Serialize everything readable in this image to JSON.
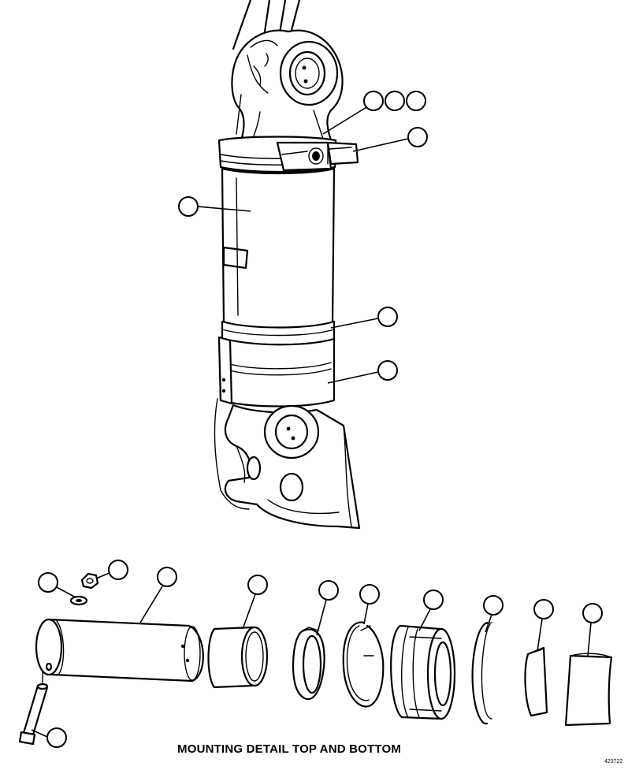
{
  "caption": "MOUNTING DETAIL TOP AND BOTTOM",
  "drawing_number": "423722",
  "colors": {
    "ink": "#000000",
    "paper": "#ffffff"
  },
  "callouts": [
    {
      "id": "top-mount-1"
    },
    {
      "id": "top-mount-2"
    },
    {
      "id": "top-mount-3"
    },
    {
      "id": "top-bracket"
    },
    {
      "id": "cylinder-body"
    },
    {
      "id": "seal-band"
    },
    {
      "id": "lower-collar"
    },
    {
      "id": "washer"
    },
    {
      "id": "nut"
    },
    {
      "id": "pivot-pin"
    },
    {
      "id": "bushing"
    },
    {
      "id": "seal-ring"
    },
    {
      "id": "snap-ring"
    },
    {
      "id": "spherical-bearing"
    },
    {
      "id": "retaining-ring"
    },
    {
      "id": "shim-strip"
    },
    {
      "id": "shim-plate"
    },
    {
      "id": "bolt"
    }
  ]
}
